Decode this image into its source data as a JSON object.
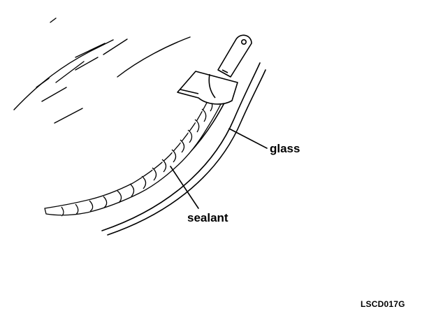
{
  "labels": {
    "glass": "glass",
    "sealant": "sealant"
  },
  "figure_id": "LSCD017G",
  "colors": {
    "line": "#000000",
    "background": "#ffffff"
  },
  "icons": {
    "tool": "sealant-scraper-tool-icon"
  }
}
